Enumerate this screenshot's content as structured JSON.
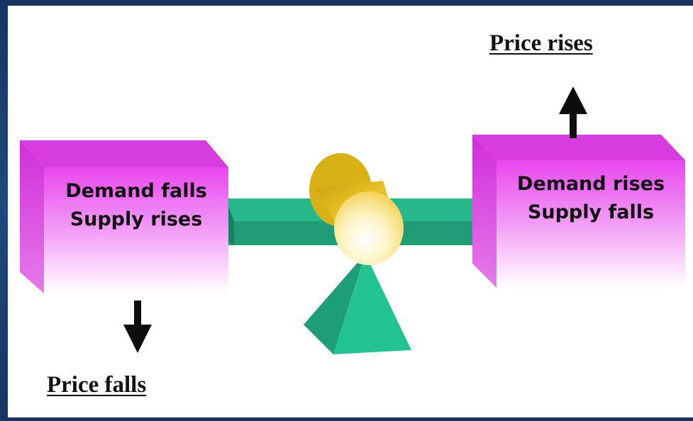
{
  "left_box": {
    "line1": "Demand falls",
    "line2": "Supply rises"
  },
  "right_box": {
    "line1": "Demand rises",
    "line2": "Supply falls"
  },
  "labels": {
    "price_falls": "Price falls",
    "price_rises": "Price rises"
  },
  "colors": {
    "box_magenta": "#e040e8",
    "beam_green": "#20b88a",
    "fulcrum_green": "#22c08e",
    "cylinder_gold": "#e6be1a",
    "frame_blue": "#1b3a68"
  },
  "icons": {
    "down_arrow": "arrow-down-icon",
    "up_arrow": "arrow-up-icon"
  }
}
